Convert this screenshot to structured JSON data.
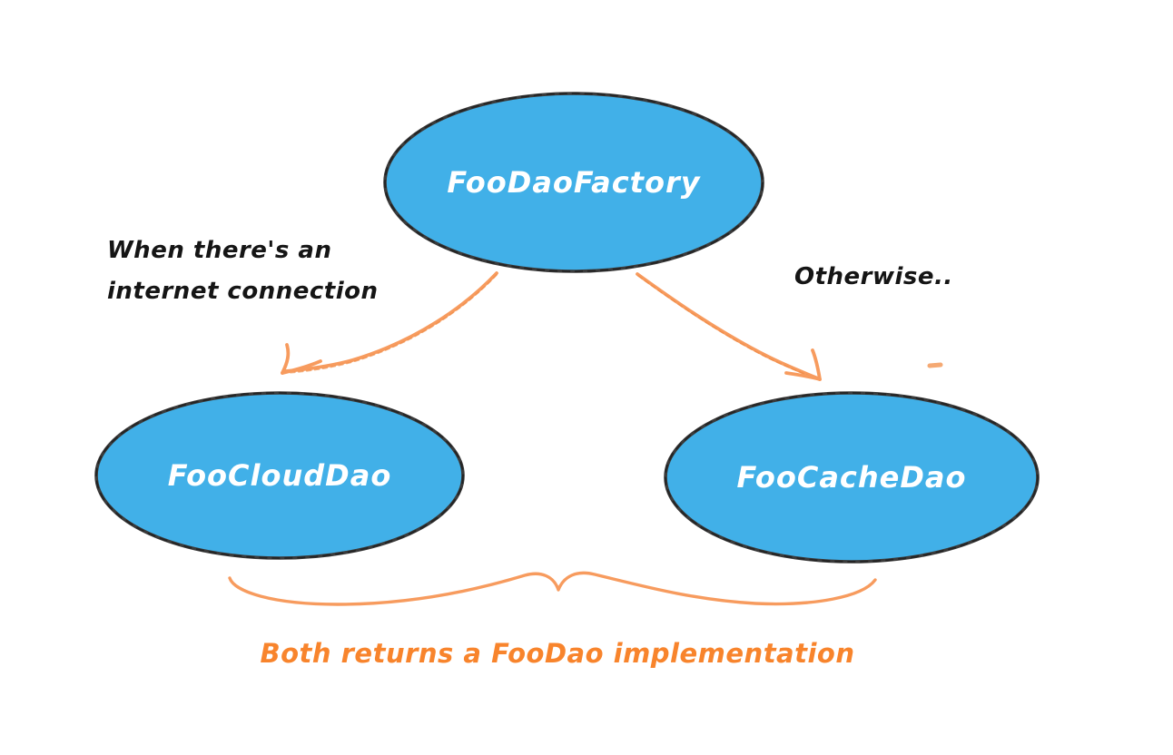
{
  "diagram": {
    "nodes": [
      {
        "id": "factory",
        "label": "FooDaoFactory"
      },
      {
        "id": "cloud",
        "label": "FooCloudDao"
      },
      {
        "id": "cache",
        "label": "FooCacheDao"
      }
    ],
    "edges": [
      {
        "from": "factory",
        "to": "cloud",
        "label": "When there's an internet connection"
      },
      {
        "from": "factory",
        "to": "cache",
        "label": "Otherwise.."
      }
    ],
    "annotation": "Both returns a FooDao implementation",
    "colors": {
      "background": "#ffffff",
      "node_fill": "#41b0e8",
      "node_stroke": "#3a3a3a",
      "node_text": "#ffffff",
      "edge_stroke": "#f79b5e",
      "annotation_text": "#f8842c",
      "label_text": "#151515"
    }
  }
}
